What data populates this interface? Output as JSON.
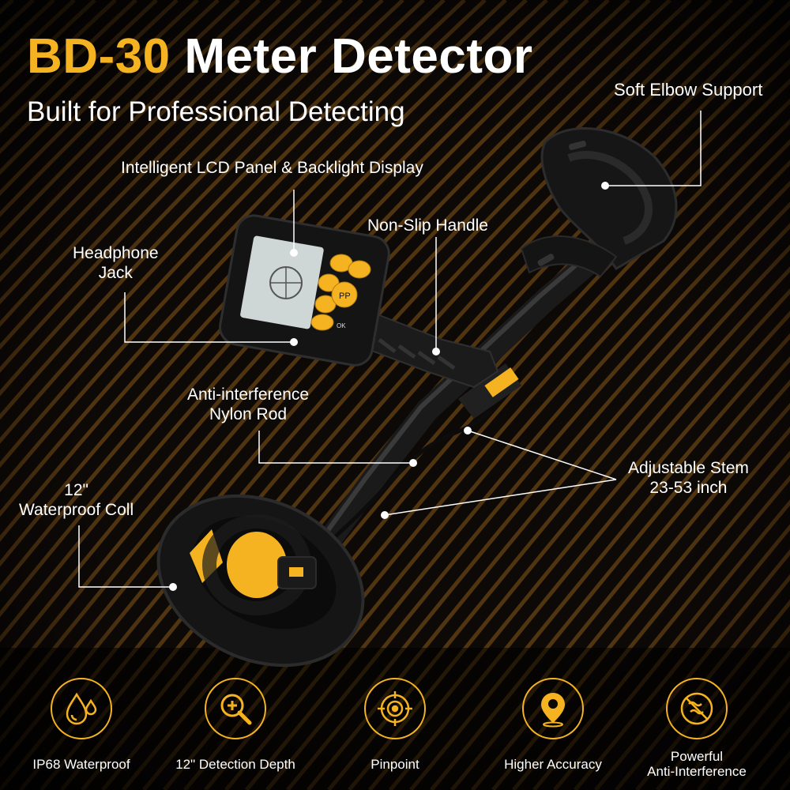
{
  "header": {
    "model": "BD-30",
    "name": "Meter Detector",
    "subtitle": "Built for Professional Detecting"
  },
  "callouts": {
    "elbow": "Soft Elbow Support",
    "lcd": "Intelligent LCD Panel & Backlight Display",
    "handle": "Non-Slip Handle",
    "headphone": [
      "Headphone",
      "Jack"
    ],
    "rod": [
      "Anti-interference",
      "Nylon Rod"
    ],
    "stem": [
      "Adjustable Stem",
      "23-53 inch"
    ],
    "coil": [
      "12\"",
      "Waterproof Coll"
    ]
  },
  "device": {
    "buttons": [
      "PP",
      "OK"
    ]
  },
  "features": [
    {
      "label": "IP68 Waterproof",
      "icon": "water-drops-icon"
    },
    {
      "label": "12\" Detection Depth",
      "icon": "magnifier-plus-icon"
    },
    {
      "label": "Pinpoint",
      "icon": "crosshair-target-icon"
    },
    {
      "label": "Higher Accuracy",
      "icon": "location-pin-icon"
    },
    {
      "label": "Powerful Anti-Interference",
      "lines": [
        "Powerful",
        "Anti-Interference"
      ],
      "icon": "no-interference-icon"
    }
  ],
  "colors": {
    "accent": "#f5b322",
    "text": "#ffffff",
    "background": "#0d0907"
  }
}
